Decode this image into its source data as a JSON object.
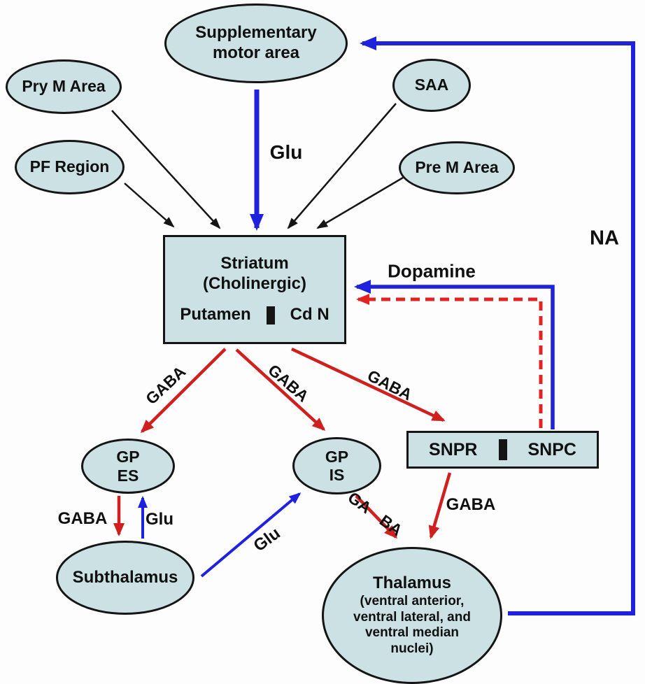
{
  "diagram": {
    "nodes": {
      "sma": {
        "line1": "Supplementary",
        "line2": "motor area"
      },
      "pry_m_area": {
        "label": "Pry M Area"
      },
      "pf_region": {
        "label": "PF Region"
      },
      "saa": {
        "label": "SAA"
      },
      "pre_m_area": {
        "label": "Pre M Area"
      },
      "striatum": {
        "line1": "Striatum",
        "line2": "(Cholinergic)",
        "left": "Putamen",
        "right": "Cd N"
      },
      "gp_es": {
        "line1": "GP",
        "line2": "ES"
      },
      "gp_is": {
        "line1": "GP",
        "line2": "IS"
      },
      "snp": {
        "left": "SNPR",
        "right": "SNPC"
      },
      "subthalamus": {
        "label": "Subthalamus"
      },
      "thalamus": {
        "line1": "Thalamus",
        "line2": "(ventral anterior,",
        "line3": "ventral lateral, and",
        "line4": "ventral median",
        "line5": "nuclei)"
      }
    },
    "edge_labels": {
      "glu_sma_striatum": "Glu",
      "dopamine": "Dopamine",
      "na": "NA",
      "gaba_striatum_gpes": "GABA",
      "gaba_striatum_gpis": "GABA",
      "gaba_striatum_snpr": "GABA",
      "gaba_gpes_subthalamus": "GABA",
      "glu_subthalamus_gpes": "Glu",
      "glu_subthalamus_gpis": "Glu",
      "gaba_gpis_thalamus": "GA BA",
      "gaba_snpr_thalamus": "GABA"
    },
    "colors": {
      "node_fill": "#cbe1e3",
      "node_border": "#151515",
      "excitatory_blue": "#1e22dd",
      "inhibitory_red": "#cf1f1f",
      "dashed_red": "#e32222",
      "cortical_black": "#151515"
    }
  }
}
